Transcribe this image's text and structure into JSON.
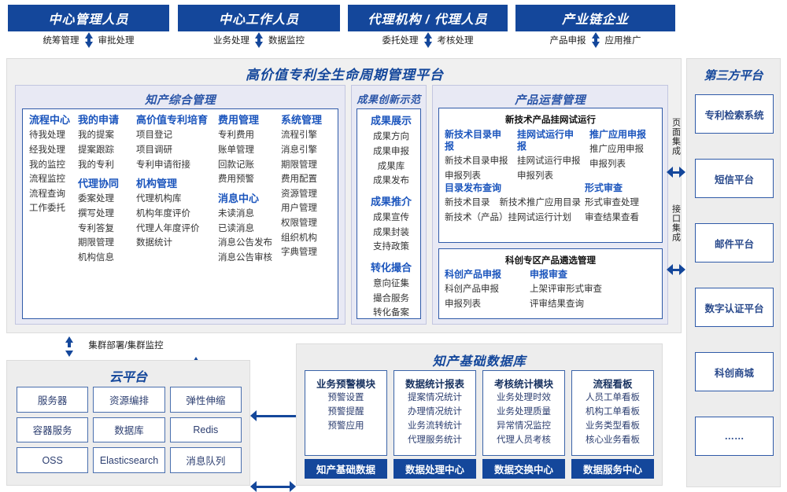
{
  "actors": [
    {
      "title": "中心管理人员",
      "left": "统筹管理",
      "right": "审批处理"
    },
    {
      "title": "中心工作人员",
      "left": "业务处理",
      "right": "数据监控"
    },
    {
      "title": "代理机构 / 代理人员",
      "left": "委托处理",
      "right": "考核处理"
    },
    {
      "title": "产业链企业",
      "left": "产品申报",
      "right": "应用推广"
    }
  ],
  "platform": {
    "title": "高价值专利全生命周期管理平台",
    "sections": {
      "ip_mgmt": {
        "title": "知产综合管理",
        "columns": [
          {
            "groups": [
              {
                "head": "流程中心",
                "items": [
                  "待我处理",
                  "经我处理",
                  "我的监控",
                  "流程监控",
                  "流程查询",
                  "工作委托"
                ]
              }
            ]
          },
          {
            "groups": [
              {
                "head": "我的申请",
                "items": [
                  "我的提案",
                  "提案跟踪",
                  "我的专利"
                ]
              },
              {
                "head": "代理协同",
                "items": [
                  "委案处理",
                  "撰写处理",
                  "专利答复",
                  "期限管理",
                  "机构信息"
                ]
              }
            ]
          },
          {
            "groups": [
              {
                "head": "高价值专利培育",
                "items": [
                  "项目登记",
                  "项目调研",
                  "专利申请衔接"
                ]
              },
              {
                "head": "机构管理",
                "items": [
                  "代理机构库",
                  "机构年度评价",
                  "代理人年度评价",
                  "数据统计"
                ]
              }
            ]
          },
          {
            "groups": [
              {
                "head": "费用管理",
                "items": [
                  "专利费用",
                  "账单管理",
                  "回款记账",
                  "费用预警"
                ]
              },
              {
                "head": "消息中心",
                "items": [
                  "未读消息",
                  "已读消息",
                  "消息公告发布",
                  "消息公告审核"
                ]
              }
            ]
          },
          {
            "groups": [
              {
                "head": "系统管理",
                "items": [
                  "流程引擎",
                  "消息引擎",
                  "期限管理",
                  "费用配置",
                  "资源管理",
                  "用户管理",
                  "权限管理",
                  "组织机构",
                  "字典管理"
                ]
              }
            ]
          }
        ]
      },
      "achievement": {
        "title": "成果创新示范",
        "groups": [
          {
            "head": "成果展示",
            "items": [
              "成果方向",
              "成果申报",
              "成果库",
              "成果发布"
            ]
          },
          {
            "head": "成果推介",
            "items": [
              "成果宣传",
              "成果封装",
              "支持政策"
            ]
          },
          {
            "head": "转化撮合",
            "items": [
              "意向征集",
              "撮合服务",
              "转化备案"
            ]
          }
        ]
      },
      "product_ops": {
        "title": "产品运营管理",
        "box1": {
          "title": "新技术产品挂网试运行",
          "groups": [
            {
              "head": "新技术目录申报",
              "items": [
                "新技术目录申报",
                "申报列表"
              ]
            },
            {
              "head": "挂网试运行申报",
              "items": [
                "挂网试运行申报",
                "申报列表"
              ]
            },
            {
              "head": "推广应用申报",
              "items": [
                "推广应用申报",
                "申报列表"
              ]
            }
          ],
          "row2": [
            {
              "head": "目录发布查询",
              "items": [
                "新技术目录",
                "新技术推广应用目录",
                "新技术（产品）挂网试运行计划"
              ]
            },
            {
              "head": "形式审查",
              "items": [
                "形式审查处理",
                "审查结果查看"
              ]
            }
          ]
        },
        "box2": {
          "title": "科创专区产品遴选管理",
          "groups": [
            {
              "head": "科创产品申报",
              "items": [
                "科创产品申报",
                "申报列表"
              ]
            },
            {
              "head": "申报审查",
              "items": [
                "上架评审形式审查",
                "评审结果查询"
              ]
            }
          ]
        }
      }
    },
    "integration": {
      "page": "页面集成",
      "api": "接口集成"
    }
  },
  "third_party": {
    "title": "第三方平台",
    "items": [
      "专利检索系统",
      "短信平台",
      "邮件平台",
      "数字认证平台",
      "科创商城",
      "……"
    ]
  },
  "cloud": {
    "caption": "集群部署/集群监控",
    "title": "云平台",
    "cells": [
      "服务器",
      "资源编排",
      "弹性伸缩",
      "容器服务",
      "数据库",
      "Redis",
      "OSS",
      "Elasticsearch",
      "消息队列"
    ]
  },
  "database": {
    "title": "知产基础数据库",
    "columns": [
      {
        "title": "业务预警模块",
        "items": [
          "预警设置",
          "预警提醒",
          "预警应用"
        ],
        "footer": "知产基础数据"
      },
      {
        "title": "数据统计报表",
        "items": [
          "提案情况统计",
          "办理情况统计",
          "业务流转统计",
          "代理服务统计"
        ],
        "footer": "数据处理中心"
      },
      {
        "title": "考核统计模块",
        "items": [
          "业务处理时效",
          "业务处理质量",
          "异常情况监控",
          "代理人员考核"
        ],
        "footer": "数据交换中心"
      },
      {
        "title": "流程看板",
        "items": [
          "人员工单看板",
          "机构工单看板",
          "业务类型看板",
          "核心业务看板"
        ],
        "footer": "数据服务中心"
      }
    ]
  },
  "colors": {
    "primary": "#14479b",
    "accent": "#1b55bd",
    "panel": "#e8e9f4",
    "surface": "#f0f0f0"
  }
}
